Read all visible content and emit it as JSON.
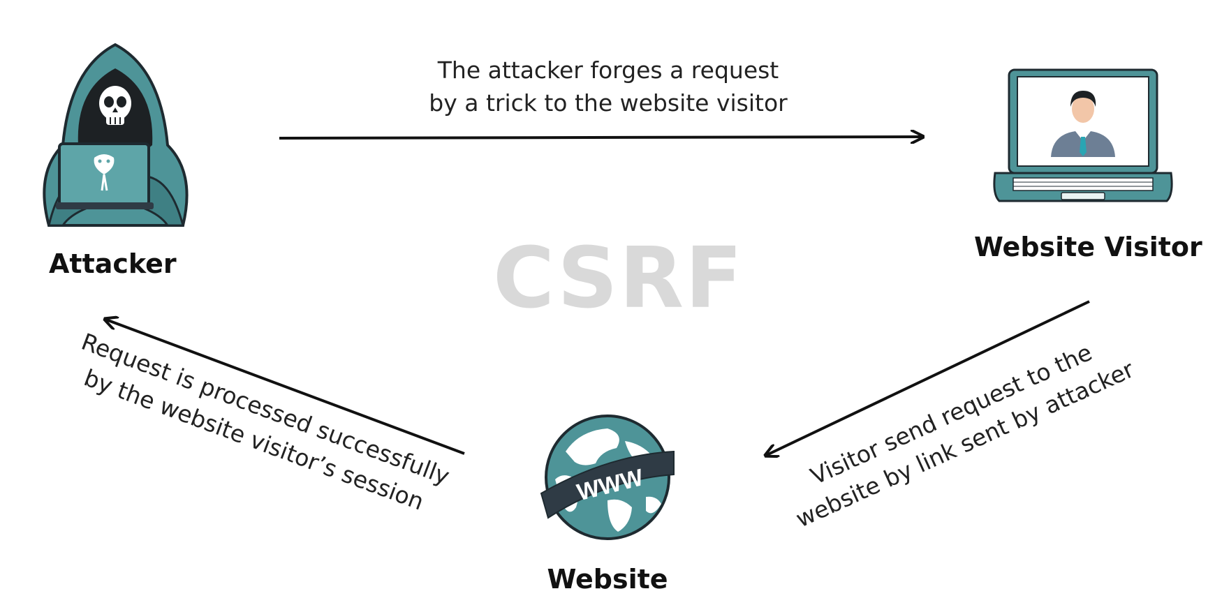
{
  "watermark": "CSRF",
  "nodes": {
    "attacker": {
      "label": "Attacker"
    },
    "visitor": {
      "label": "Website Visitor"
    },
    "website": {
      "label": "Website",
      "globe_band_text": "WWW"
    }
  },
  "edges": {
    "attacker_to_visitor": {
      "line1": "The attacker forges a request",
      "line2": "by a trick to the website visitor"
    },
    "visitor_to_website": {
      "line1": "Visitor send request to the",
      "line2": "website by link sent by attacker"
    },
    "website_to_attacker": {
      "line1": "Request is processed successfully",
      "line2": "by the website visitor’s session"
    }
  },
  "colors": {
    "teal": "#4e9498",
    "dark": "#2f3b45",
    "arrow": "#111111",
    "watermark": "#d9d9d9"
  }
}
